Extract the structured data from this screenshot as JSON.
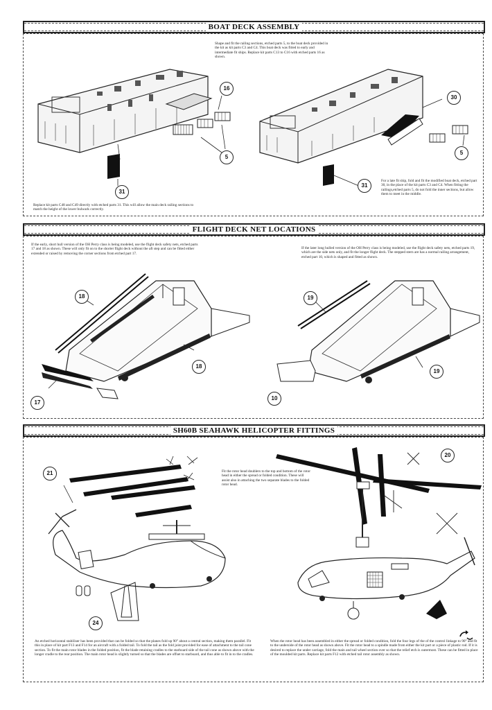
{
  "sections": {
    "boat": {
      "title": "BOAT DECK ASSEMBLY",
      "top_note": "Shape and fit the railing sections, etched parts 5, to the boat deck provided in the kit as kit parts C3 and C4. This boat deck was fitted to early and intermediate fit ships. Replace kit parts C13 to C16 with etched parts 16 as shown.",
      "bottom_left_note": "Replace kit parts C48 and C49 directly with etched parts 31. This will allow the main deck railing sections to match the height of the lower bulwark correctly.",
      "right_note": "For a late fit ship, fold and fit the modified boat deck, etched part 30, in the place of the kit parts C3 and C4. When fitting the railings,etched parts 5, do not fold the inner sections, but allow them to meet in the middle.",
      "callouts": [
        "16",
        "5",
        "31",
        "30",
        "5",
        "31"
      ]
    },
    "flight": {
      "title": "FLIGHT DECK NET LOCATIONS",
      "left_note": "If the early, short hull version of the OH Perry class is being modeled, use the flight deck safety nets, etched parts 17 and 18 as shown. These will only fit on to the shorter flight deck without the aft step and can be fitted either extended or raised by removing the corner sections from etched part 17.",
      "right_note": "If the later long hulled version of the OH Perry class is being modeled, use the flight deck safety nets, etched parts 19, which are the side nets only, and fit the longer flight deck. The stepped stern are has a normal railing arrangement, etched part 10, which is shaped and fitted as shown.",
      "callouts": [
        "18",
        "18",
        "17",
        "19",
        "19",
        "10"
      ]
    },
    "heli": {
      "title": "SH60B SEAHAWK HELICOPTER FITTINGS",
      "mid_note": "Fit the rotor head doublers to the top and bottom of the rotor head in either the spread or folded condition. These will assist also in attaching the two separate blades to the folded rotor head.",
      "bottom_left_note": "An etched horizontal stabiliser has been provided that can be folded so that the planes fold up 90° about a central section, making them parallel. Fit this in place of kit part F13 and F14 for an aircraft with a folded tail. To fold the tail as the fold joint provided for ease of attachment to the tail cone section. To fit the main rotor blades in the folded position, fit the blade retaining cradles to the starboard side of the tail cone as shown above with the longer cradle to the rear position. The main rotor head is slightly turned so that the blades are offset to starboard, and thus able to fit in to the cradles.",
      "bottom_right_note": "When the rotor head has been assembled in either the spread or folded condition, fold the four legs of the of the control linkage to 90° and fit to the underside of the rotor head as shown above. Fit the rotor head to a spindle made from either the kit part or a piece of plastic rod. If it is desired to replace the under carriage, fold the main and tail wheel section over so that the relief etch is outermost. These can be fitted in place of the moulded kit parts. Replace kit parts F12 with etched tail rotor assembly as shown.",
      "callouts": [
        "21",
        "24",
        "20"
      ]
    }
  }
}
